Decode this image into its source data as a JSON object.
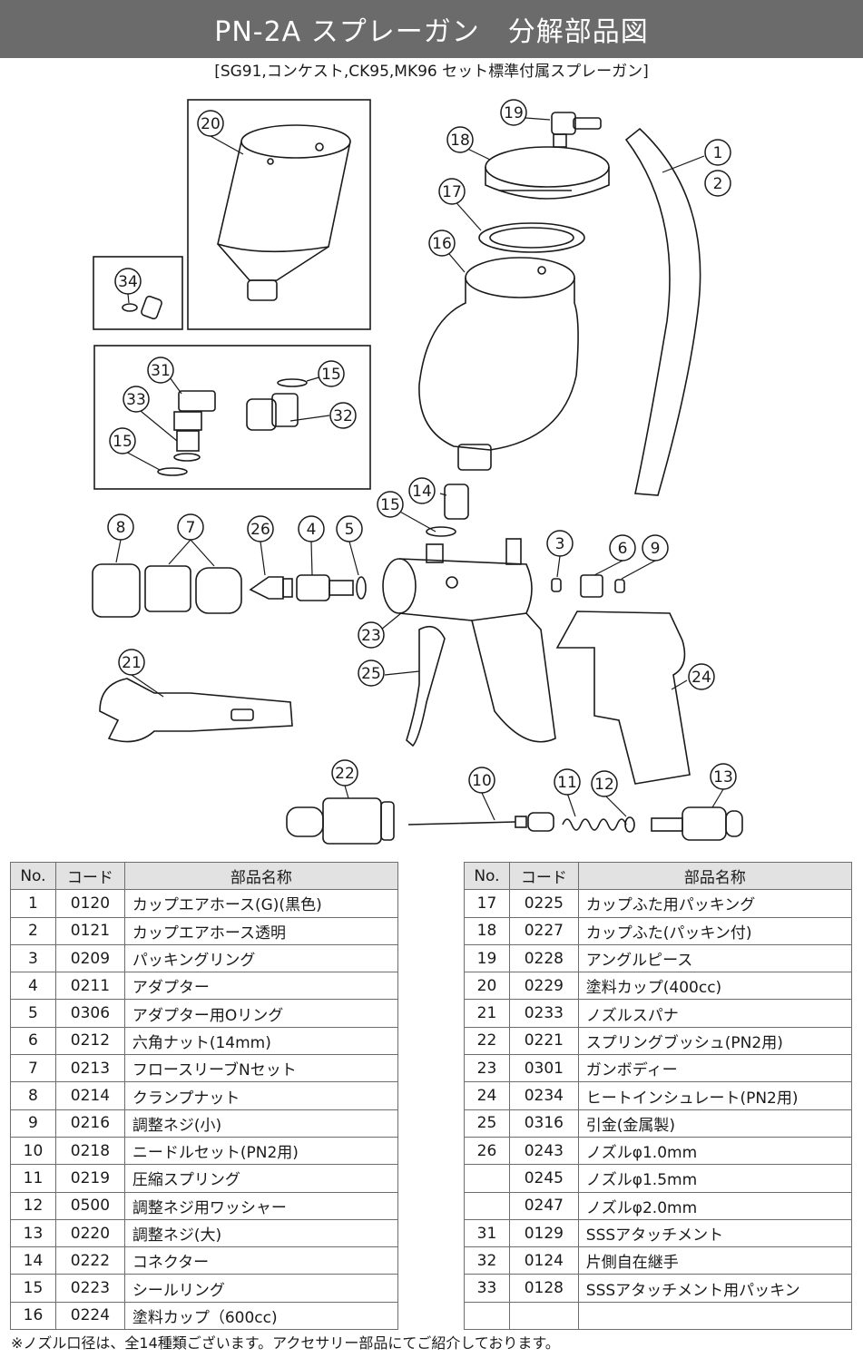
{
  "title": "PN-2A スプレーガン　分解部品図",
  "subtitle": "[SG91,コンケスト,CK95,MK96 セット標準付属スプレーガン]",
  "callouts": [
    "1",
    "2",
    "3",
    "4",
    "5",
    "6",
    "7",
    "8",
    "9",
    "10",
    "11",
    "12",
    "13",
    "14",
    "15",
    "15",
    "15",
    "16",
    "17",
    "18",
    "19",
    "20",
    "21",
    "22",
    "23",
    "24",
    "25",
    "26",
    "31",
    "32",
    "33",
    "34"
  ],
  "table": {
    "headers": [
      "No.",
      "コード",
      "部品名称"
    ],
    "left_rows": [
      {
        "no": "1",
        "code": "0120",
        "name": "カップエアホース(G)(黒色)"
      },
      {
        "no": "2",
        "code": "0121",
        "name": "カップエアホース透明"
      },
      {
        "no": "3",
        "code": "0209",
        "name": "パッキングリング"
      },
      {
        "no": "4",
        "code": "0211",
        "name": "アダプター"
      },
      {
        "no": "5",
        "code": "0306",
        "name": "アダプター用Oリング"
      },
      {
        "no": "6",
        "code": "0212",
        "name": "六角ナット(14mm)"
      },
      {
        "no": "7",
        "code": "0213",
        "name": "フロースリーブNセット"
      },
      {
        "no": "8",
        "code": "0214",
        "name": "クランプナット"
      },
      {
        "no": "9",
        "code": "0216",
        "name": "調整ネジ(小)"
      },
      {
        "no": "10",
        "code": "0218",
        "name": "ニードルセット(PN2用)"
      },
      {
        "no": "11",
        "code": "0219",
        "name": "圧縮スプリング"
      },
      {
        "no": "12",
        "code": "0500",
        "name": "調整ネジ用ワッシャー"
      },
      {
        "no": "13",
        "code": "0220",
        "name": "調整ネジ(大)"
      },
      {
        "no": "14",
        "code": "0222",
        "name": "コネクター"
      },
      {
        "no": "15",
        "code": "0223",
        "name": "シールリング"
      },
      {
        "no": "16",
        "code": "0224",
        "name": "塗料カップ（600cc)"
      }
    ],
    "right_rows": [
      {
        "no": "17",
        "code": "0225",
        "name": "カップふた用パッキング"
      },
      {
        "no": "18",
        "code": "0227",
        "name": "カップふた(パッキン付)"
      },
      {
        "no": "19",
        "code": "0228",
        "name": "アングルピース"
      },
      {
        "no": "20",
        "code": "0229",
        "name": "塗料カップ(400cc)"
      },
      {
        "no": "21",
        "code": "0233",
        "name": "ノズルスパナ"
      },
      {
        "no": "22",
        "code": "0221",
        "name": "スプリングブッシュ(PN2用)"
      },
      {
        "no": "23",
        "code": "0301",
        "name": "ガンボディー"
      },
      {
        "no": "24",
        "code": "0234",
        "name": "ヒートインシュレート(PN2用)"
      },
      {
        "no": "25",
        "code": "0316",
        "name": "引金(金属製)"
      },
      {
        "no": "26",
        "code": "0243",
        "name": "ノズルφ1.0mm"
      },
      {
        "no": "",
        "code": "0245",
        "name": "ノズルφ1.5mm"
      },
      {
        "no": "",
        "code": "0247",
        "name": "ノズルφ2.0mm"
      },
      {
        "no": "31",
        "code": "0129",
        "name": "SSSアタッチメント"
      },
      {
        "no": "32",
        "code": "0124",
        "name": "片側自在継手"
      },
      {
        "no": "33",
        "code": "0128",
        "name": "SSSアタッチメント用パッキン"
      },
      {
        "no": "",
        "code": "",
        "name": ""
      }
    ]
  },
  "footnote": "※ノズル口径は、全14種類ございます。アクセサリー部品にてご紹介しております。",
  "colors": {
    "header_bg": "#6b6b6b",
    "header_text": "#ffffff",
    "table_header_bg": "#e2e2e2",
    "line": "#1a1a1a"
  }
}
